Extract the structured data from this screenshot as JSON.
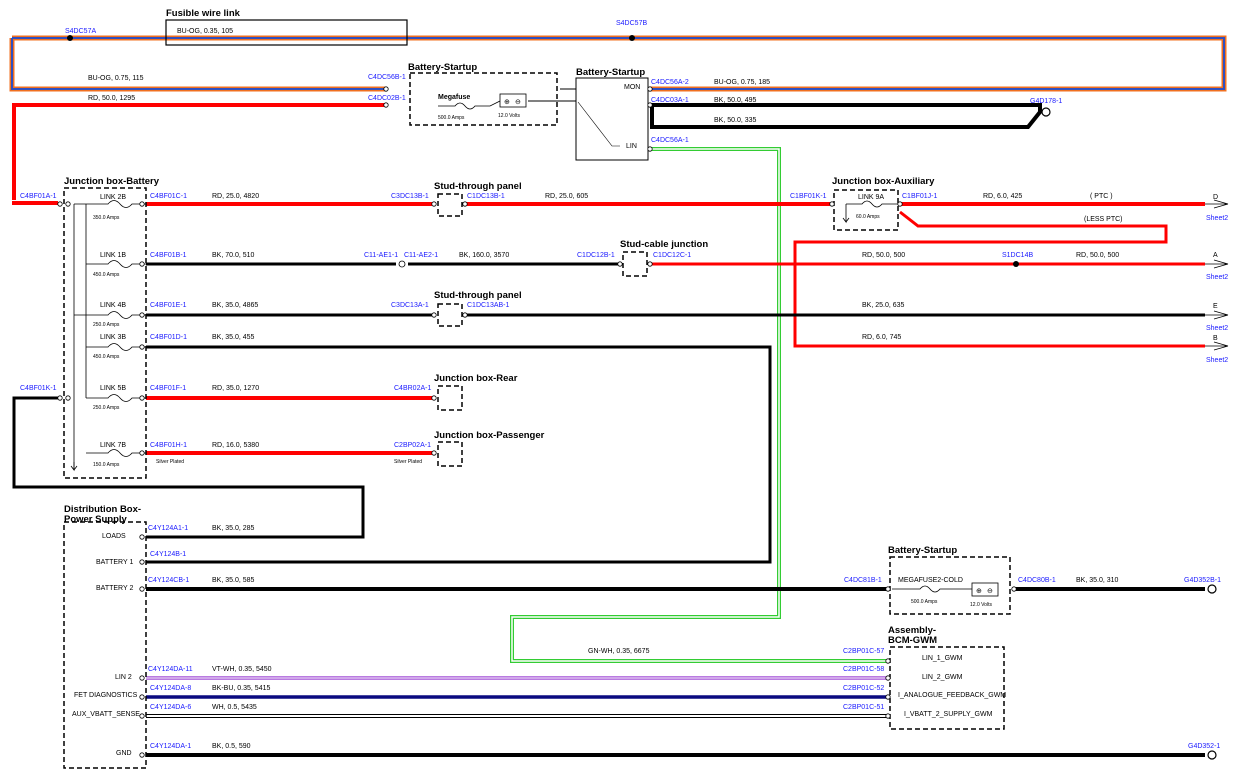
{
  "colors": {
    "red": "#ff0000",
    "black": "#000000",
    "green": "#33cc33",
    "purple": "#a24fd6",
    "navy": "#0a0a80",
    "label_blue": "#1a1aff"
  },
  "components": {
    "fusible_link": "Fusible wire link",
    "fusible_wire": "BU-OG,  0.35,  105",
    "battery_startup_top": "Battery-Startup",
    "megafuse": "Megafuse",
    "megafuse_amps": "500.0 Amps",
    "volts_top": "12.0 Volts",
    "battery_startup_relay": "Battery-Startup",
    "mon": "MON",
    "lin": "LIN",
    "jb_battery": "Junction box-Battery",
    "stud_through_1": "Stud-through panel",
    "stud_cable": "Stud-cable junction",
    "stud_through_2": "Stud-through panel",
    "jb_rear": "Junction box-Rear",
    "jb_passenger": "Junction box-Passenger",
    "jb_aux": "Junction box-Auxiliary",
    "link9a": "LINK 9A",
    "link9a_amps": "60.0 Amps",
    "dist_box_1": "Distribution Box-",
    "dist_box_2": "Power Supply",
    "battery_startup_bottom": "Battery-Startup",
    "megafuse2": "MEGAFUSE2-COLD",
    "megafuse2_amps": "500.0 Amps",
    "volts_bottom": "12.0 Volts",
    "assembly_1": "Assembly-",
    "assembly_2": "BCM-GWM"
  },
  "links": [
    {
      "name": "LINK 2B",
      "amps": "350.0 Amps"
    },
    {
      "name": "LINK 1B",
      "amps": "450.0 Amps"
    },
    {
      "name": "LINK 4B",
      "amps": "250.0 Amps"
    },
    {
      "name": "LINK 3B",
      "amps": "450.0 Amps"
    },
    {
      "name": "LINK 5B",
      "amps": "250.0 Amps"
    },
    {
      "name": "LINK 7B",
      "amps": "150.0 Amps"
    }
  ],
  "dist_pins": [
    "LOADS",
    "BATTERY 1",
    "BATTERY 2",
    "LIN 2",
    "FET DIAGNOSTICS",
    "AUX_VBATT_SENSE",
    "GND"
  ],
  "bcm_pins": [
    "LIN_1_GWM",
    "LIN_2_GWM",
    "I_ANALOGUE_FEEDBACK_GWM",
    "I_VBATT_2_SUPPLY_GWM"
  ],
  "connectors": {
    "s4dc57a": "S4DC57A",
    "s4dc57b": "S4DC57B",
    "c4dc56b1": "C4DC56B-1",
    "c4dc02b1": "C4DC02B-1",
    "c4dc56a2": "C4DC56A-2",
    "c4dc03a1": "C4DC03A-1",
    "g4d1781": "G4D178-1",
    "c4dc56a1": "C4DC56A-1",
    "c4bf01a1": "C4BF01A-1",
    "c4bf01c1": "C4BF01C-1",
    "c3dc13b1": "C3DC13B-1",
    "c1dc13b1": "C1DC13B-1",
    "c1bf01k1": "C1BF01K-1",
    "c1bf01j1": "C1BF01J-1",
    "c4bf01b1": "C4BF01B-1",
    "c11ae11": "C11-AE1-1",
    "c11ae21": "C11-AE2-1",
    "c1dc12b1": "C1DC12B-1",
    "c1dc12c1": "C1DC12C-1",
    "s1dc14b": "S1DC14B",
    "c4bf01e1": "C4BF01E-1",
    "c3dc13a1": "C3DC13A-1",
    "c1dc13ab1": "C1DC13AB-1",
    "c4bf01d1": "C4BF01D-1",
    "c4bf01k1": "C4BF01K-1",
    "c4bf01f1": "C4BF01F-1",
    "c4br02a1": "C4BR02A-1",
    "c4bf01h1": "C4BF01H-1",
    "c2bp02a1": "C2BP02A-1",
    "c4y124a11": "C4Y124A1-1",
    "c4y124b1": "C4Y124B-1",
    "c4y124cb1": "C4Y124CB-1",
    "c4dc81b1": "C4DC81B-1",
    "c4dc80b1": "C4DC80B-1",
    "g4d352b1": "G4D352B-1",
    "c2bp01c57": "C2BP01C-57",
    "c4y124da11": "C4Y124DA-11",
    "c2bp01c58": "C2BP01C-58",
    "c4y124da8": "C4Y124DA-8",
    "c2bp01c52": "C2BP01C-52",
    "c4y124da6": "C4Y124DA-6",
    "c2bp01c51": "C2BP01C-51",
    "c4y124da1": "C4Y124DA-1",
    "g4d3521": "G4D352-1"
  },
  "wires": {
    "w_buog_115": "BU-OG,  0.75,  115",
    "w_rd_1295": "RD,  50.0,  1295",
    "w_buog_185": "BU-OG,  0.75,  185",
    "w_bk_495": "BK,  50.0,  495",
    "w_bk_335": "BK,  50.0,  335",
    "w_rd_4820": "RD,  25.0,  4820",
    "w_rd_605": "RD,  25.0,  605",
    "w_rd_425": "RD,  6.0,  425",
    "ptc": "( PTC )",
    "less_ptc": "(LESS PTC)",
    "w_bk_510": "BK,  70.0,  510",
    "w_bk_3570": "BK,  160.0,  3570",
    "w_rd_500a": "RD,  50.0,  500",
    "w_rd_500b": "RD,  50.0,  500",
    "w_bk_4865": "BK,  35.0,  4865",
    "w_bk_635": "BK,  25.0,  635",
    "w_bk_455": "BK,  35.0,  455",
    "w_rd_745": "RD,  6.0,  745",
    "w_rd_1270": "RD,  35.0,  1270",
    "w_rd_5380": "RD,  16.0,  5380",
    "silver1": "Silver Plated",
    "silver2": "Silver Plated",
    "w_bk_285": "BK,  35.0,  285",
    "w_bk_585": "BK,  35.0,  585",
    "w_bk_310": "BK,  35.0,  310",
    "w_gnwh": "GN-WH,  0.35,  6675",
    "w_vtwh": "VT-WH,  0.35,  5450",
    "w_bkbu": "BK-BU,  0.35,  5415",
    "w_wh": "WH,  0.5,  5435",
    "w_bk_590": "BK,  0.5,  590"
  },
  "sheet_refs": [
    {
      "letter": "D",
      "sheet": "Sheet2"
    },
    {
      "letter": "A",
      "sheet": "Sheet2"
    },
    {
      "letter": "E",
      "sheet": "Sheet2"
    },
    {
      "letter": "B",
      "sheet": "Sheet2"
    }
  ]
}
